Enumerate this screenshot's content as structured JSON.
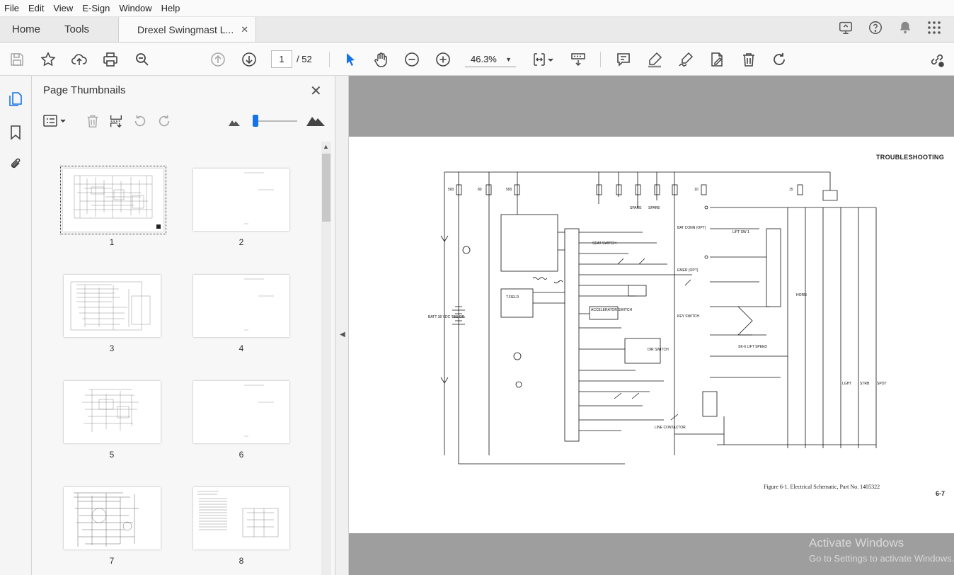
{
  "menu": [
    "File",
    "Edit",
    "View",
    "E-Sign",
    "Window",
    "Help"
  ],
  "tabs": {
    "home": "Home",
    "tools": "Tools",
    "document": "Drexel Swingmast L...",
    "close": "✕"
  },
  "toolbar": {
    "current_page": "1",
    "total_pages": "/  52",
    "zoom": "46.3%",
    "zoom_dropdown": "▼"
  },
  "panel": {
    "title": "Page Thumbnails",
    "close": "✕"
  },
  "thumbnails": [
    {
      "label": "1",
      "selected": true
    },
    {
      "label": "2"
    },
    {
      "label": "3"
    },
    {
      "label": "4"
    },
    {
      "label": "5"
    },
    {
      "label": "6"
    },
    {
      "label": "7"
    },
    {
      "label": "8"
    }
  ],
  "document_page": {
    "heading": "TROUBLESHOOTING",
    "caption": "Figure 6-1. Electrical Schematic, Part No. 1405322",
    "page_number": "6-7"
  },
  "schematic_labels": {
    "battery": "BATT 36 VDC TBS OR",
    "tfield": "T.FIELD",
    "accelerator": "ACCELERATOR SWITCH",
    "key_switch": "KEY SWITCH",
    "bat_conn": "BAT CONN (OPT)",
    "emer": "EMER (OPT)",
    "lift_speed": "SK-6 LIFT SPEED",
    "dir_switch": "DIR SWITCH",
    "line_contactor": "LINE CONTACTOR",
    "seat_switch": "SEAT SWITCH",
    "spare1": "SPARE",
    "spare2": "SPARE",
    "lift": "LIFT SW 1",
    "horn": "HORN",
    "light": "LGHT",
    "strb": "STRB",
    "spot": "SPOT",
    "fuse_500a": "500",
    "fuse_500b": "500",
    "fuse_80": "80",
    "fuse_10": "10",
    "fuse_15": "15"
  },
  "watermark": {
    "line1": "Activate Windows",
    "line2": "Go to Settings to activate Windows."
  },
  "colors": {
    "accent": "#1473e6",
    "viewer_bg": "#9e9e9e"
  }
}
